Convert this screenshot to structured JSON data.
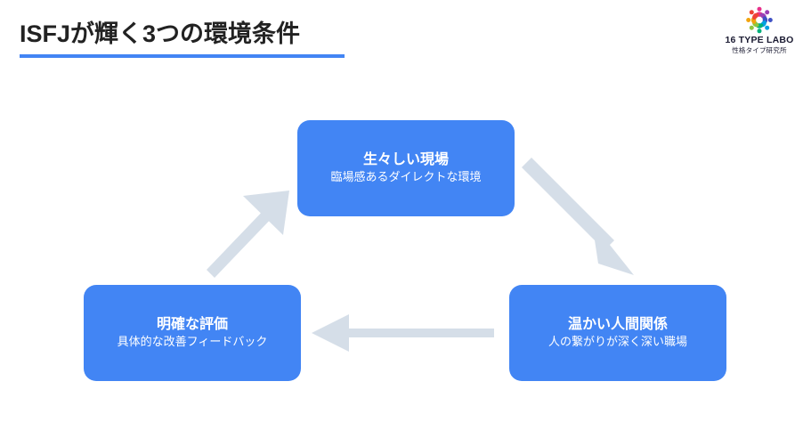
{
  "header": {
    "title": "ISFJが輝く3つの環境条件",
    "underline_color": "#4285f4",
    "title_color": "#222222"
  },
  "logo": {
    "icon_name": "people-ring-icon",
    "wordmark": "16 TYPE LABO",
    "subtext": "性格タイプ研究所",
    "ring_colors": [
      "#e8308a",
      "#9b3fb5",
      "#3f51c4",
      "#00a0e3",
      "#00b07b",
      "#8cc63f",
      "#f2a40f",
      "#ef4136"
    ]
  },
  "diagram": {
    "type": "cycle",
    "box_color": "#4285f4",
    "arrow_color": "#d5dee8",
    "nodes": [
      {
        "id": "top",
        "title": "生々しい現場",
        "subtitle": "臨場感あるダイレクトな環境"
      },
      {
        "id": "right",
        "title": "温かい人間関係",
        "subtitle": "人の繋がりが深く深い職場"
      },
      {
        "id": "left",
        "title": "明確な評価",
        "subtitle": "具体的な改善フィードバック"
      }
    ],
    "arrows": [
      {
        "id": "top-to-right",
        "from": "top",
        "to": "right",
        "direction": "down-right"
      },
      {
        "id": "right-to-left",
        "from": "right",
        "to": "left",
        "direction": "left"
      },
      {
        "id": "left-to-top",
        "from": "left",
        "to": "top",
        "direction": "up-right"
      }
    ]
  }
}
